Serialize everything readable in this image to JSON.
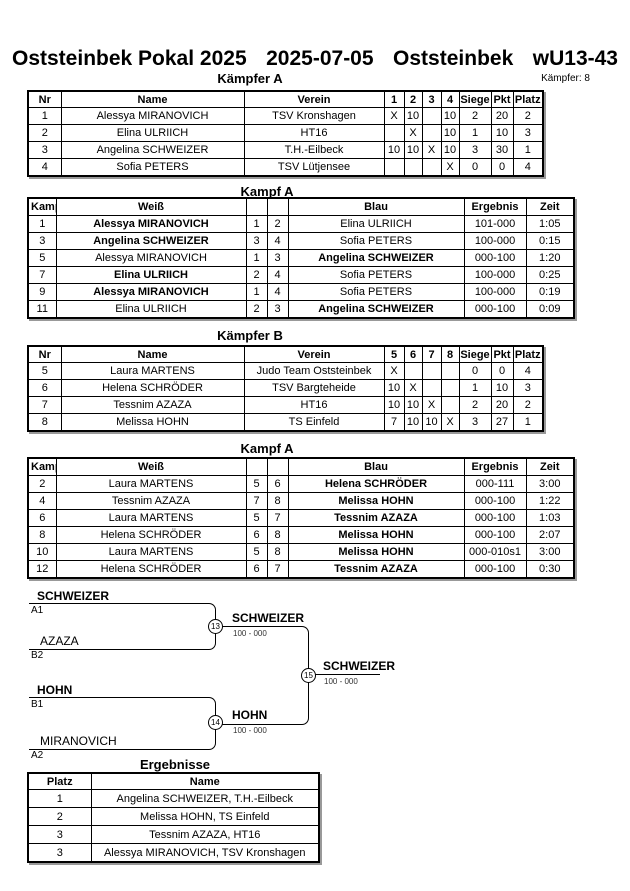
{
  "colors": {
    "border": "#000000",
    "shadow": "#999999",
    "text": "#000000",
    "background": "#ffffff"
  },
  "header": {
    "title_parts": [
      "Oststeinbek Pokal 2025",
      "2025-07-05",
      "Oststeinbek",
      "wU13-43"
    ],
    "fighters_count": "Kämpfer: 8"
  },
  "sections": {
    "kaempferA": "Kämpfer A",
    "kampfA1": "Kampf A",
    "kaempferB": "Kämpfer B",
    "kampfA2": "Kampf A",
    "ergebnisse": "Ergebnisse"
  },
  "tables": {
    "kaempferA": {
      "headers": {
        "nr": "Nr",
        "name": "Name",
        "verein": "Verein",
        "c1": "1",
        "c2": "2",
        "c3": "3",
        "c4": "4",
        "siege": "Siege",
        "pkt": "Pkt",
        "platz": "Platz"
      },
      "rows": [
        {
          "nr": "1",
          "name": "Alessya MIRANOVICH",
          "verein": "TSV Kronshagen",
          "c1": "X",
          "c2": "10",
          "c3": "",
          "c4": "10",
          "siege": "2",
          "pkt": "20",
          "platz": "2"
        },
        {
          "nr": "2",
          "name": "Elina ULRIICH",
          "verein": "HT16",
          "c1": "",
          "c2": "X",
          "c3": "",
          "c4": "10",
          "siege": "1",
          "pkt": "10",
          "platz": "3"
        },
        {
          "nr": "3",
          "name": "Angelina SCHWEIZER",
          "verein": "T.H.-Eilbeck",
          "c1": "10",
          "c2": "10",
          "c3": "X",
          "c4": "10",
          "siege": "3",
          "pkt": "30",
          "platz": "1"
        },
        {
          "nr": "4",
          "name": "Sofia PETERS",
          "verein": "TSV Lütjensee",
          "c1": "",
          "c2": "",
          "c3": "",
          "c4": "X",
          "siege": "0",
          "pkt": "0",
          "platz": "4"
        }
      ]
    },
    "kampfA1": {
      "headers": {
        "kampf": "Kampf",
        "weiss": "Weiß",
        "blau": "Blau",
        "ergebnis": "Ergebnis",
        "zeit": "Zeit"
      },
      "rows": [
        {
          "kampf": "1",
          "weiss": "Alessya MIRANOVICH",
          "wn": "1",
          "bn": "2",
          "blau": "Elina ULRIICH",
          "ergebnis": "101-000",
          "zeit": "1:05",
          "winner": "weiss"
        },
        {
          "kampf": "3",
          "weiss": "Angelina SCHWEIZER",
          "wn": "3",
          "bn": "4",
          "blau": "Sofia PETERS",
          "ergebnis": "100-000",
          "zeit": "0:15",
          "winner": "weiss"
        },
        {
          "kampf": "5",
          "weiss": "Alessya MIRANOVICH",
          "wn": "1",
          "bn": "3",
          "blau": "Angelina SCHWEIZER",
          "ergebnis": "000-100",
          "zeit": "1:20",
          "winner": "blau"
        },
        {
          "kampf": "7",
          "weiss": "Elina ULRIICH",
          "wn": "2",
          "bn": "4",
          "blau": "Sofia PETERS",
          "ergebnis": "100-000",
          "zeit": "0:25",
          "winner": "weiss"
        },
        {
          "kampf": "9",
          "weiss": "Alessya MIRANOVICH",
          "wn": "1",
          "bn": "4",
          "blau": "Sofia PETERS",
          "ergebnis": "100-000",
          "zeit": "0:19",
          "winner": "weiss"
        },
        {
          "kampf": "11",
          "weiss": "Elina ULRIICH",
          "wn": "2",
          "bn": "3",
          "blau": "Angelina SCHWEIZER",
          "ergebnis": "000-100",
          "zeit": "0:09",
          "winner": "blau"
        }
      ]
    },
    "kaempferB": {
      "headers": {
        "nr": "Nr",
        "name": "Name",
        "verein": "Verein",
        "c1": "5",
        "c2": "6",
        "c3": "7",
        "c4": "8",
        "siege": "Siege",
        "pkt": "Pkt",
        "platz": "Platz"
      },
      "rows": [
        {
          "nr": "5",
          "name": "Laura MARTENS",
          "verein": "Judo Team Oststeinbek",
          "c1": "X",
          "c2": "",
          "c3": "",
          "c4": "",
          "siege": "0",
          "pkt": "0",
          "platz": "4"
        },
        {
          "nr": "6",
          "name": "Helena SCHRÖDER",
          "verein": "TSV Bargteheide",
          "c1": "10",
          "c2": "X",
          "c3": "",
          "c4": "",
          "siege": "1",
          "pkt": "10",
          "platz": "3"
        },
        {
          "nr": "7",
          "name": "Tessnim AZAZA",
          "verein": "HT16",
          "c1": "10",
          "c2": "10",
          "c3": "X",
          "c4": "",
          "siege": "2",
          "pkt": "20",
          "platz": "2"
        },
        {
          "nr": "8",
          "name": "Melissa HOHN",
          "verein": "TS Einfeld",
          "c1": "7",
          "c2": "10",
          "c3": "10",
          "c4": "X",
          "siege": "3",
          "pkt": "27",
          "platz": "1"
        }
      ]
    },
    "kampfA2": {
      "headers": {
        "kampf": "Kampf",
        "weiss": "Weiß",
        "blau": "Blau",
        "ergebnis": "Ergebnis",
        "zeit": "Zeit"
      },
      "rows": [
        {
          "kampf": "2",
          "weiss": "Laura MARTENS",
          "wn": "5",
          "bn": "6",
          "blau": "Helena SCHRÖDER",
          "ergebnis": "000-111",
          "zeit": "3:00",
          "winner": "blau"
        },
        {
          "kampf": "4",
          "weiss": "Tessnim AZAZA",
          "wn": "7",
          "bn": "8",
          "blau": "Melissa HOHN",
          "ergebnis": "000-100",
          "zeit": "1:22",
          "winner": "blau"
        },
        {
          "kampf": "6",
          "weiss": "Laura MARTENS",
          "wn": "5",
          "bn": "7",
          "blau": "Tessnim AZAZA",
          "ergebnis": "000-100",
          "zeit": "1:03",
          "winner": "blau"
        },
        {
          "kampf": "8",
          "weiss": "Helena SCHRÖDER",
          "wn": "6",
          "bn": "8",
          "blau": "Melissa HOHN",
          "ergebnis": "000-100",
          "zeit": "2:07",
          "winner": "blau"
        },
        {
          "kampf": "10",
          "weiss": "Laura MARTENS",
          "wn": "5",
          "bn": "8",
          "blau": "Melissa HOHN",
          "ergebnis": "000-010s1",
          "zeit": "3:00",
          "winner": "blau"
        },
        {
          "kampf": "12",
          "weiss": "Helena SCHRÖDER",
          "wn": "6",
          "bn": "7",
          "blau": "Tessnim AZAZA",
          "ergebnis": "000-100",
          "zeit": "0:30",
          "winner": "blau"
        }
      ]
    },
    "ergebnisse": {
      "headers": {
        "platz": "Platz",
        "name": "Name"
      },
      "rows": [
        {
          "platz": "1",
          "name": "Angelina SCHWEIZER, T.H.-Eilbeck"
        },
        {
          "platz": "2",
          "name": "Melissa HOHN, TS Einfeld"
        },
        {
          "platz": "3",
          "name": "Tessnim AZAZA, HT16"
        },
        {
          "platz": "3",
          "name": "Alessya MIRANOVICH, TSV Kronshagen"
        }
      ]
    }
  },
  "bracket": {
    "semi1": {
      "top_name": "SCHWEIZER",
      "top_seed": "A1",
      "top_bold": true,
      "bottom_name": "AZAZA",
      "bottom_seed": "B2",
      "bottom_bold": false,
      "match_no": "13",
      "winner": "SCHWEIZER",
      "score": "100 - 000"
    },
    "semi2": {
      "top_name": "HOHN",
      "top_seed": "B1",
      "top_bold": true,
      "bottom_name": "MIRANOVICH",
      "bottom_seed": "A2",
      "bottom_bold": false,
      "match_no": "14",
      "winner": "HOHN",
      "score": "100 - 000"
    },
    "final": {
      "match_no": "15",
      "winner": "SCHWEIZER",
      "score": "100 - 000"
    }
  }
}
